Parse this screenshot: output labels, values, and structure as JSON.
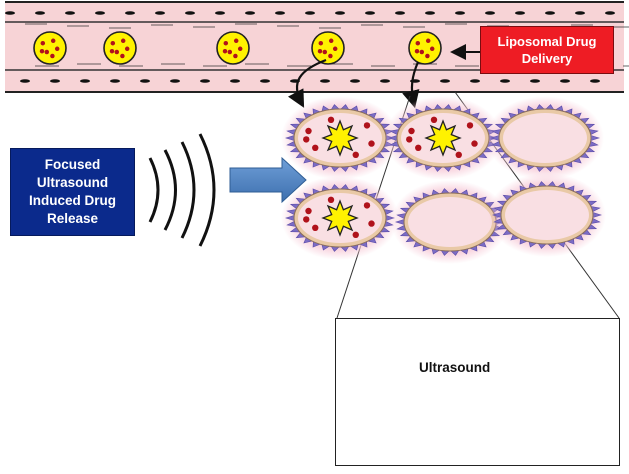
{
  "labels": {
    "liposomal_drug_delivery": "Liposomal Drug\nDelivery",
    "focused_ultrasound": "Focused\nUltrasound\nInduced Drug\nRelease",
    "ultrasound": "Ultrasound"
  },
  "icons": [
    "liposome-icon",
    "tumor-cell-icon",
    "drug-star-icon",
    "drug-molecule-icon",
    "sound-wave-icon",
    "arrow-icon"
  ],
  "colors": {
    "vessel": "#f7d3d6",
    "liposome_fill": "#fff200",
    "drug_dot": "#b0121b",
    "star_fill": "#fff200",
    "cell_body": "#f9dfe3",
    "cell_spike": "#7b6cc4",
    "cell_halo": "#f0b8c8",
    "label_red": "#ee1c24",
    "label_blue": "#0b2a8c",
    "block_arrow": "#4f81bd"
  }
}
